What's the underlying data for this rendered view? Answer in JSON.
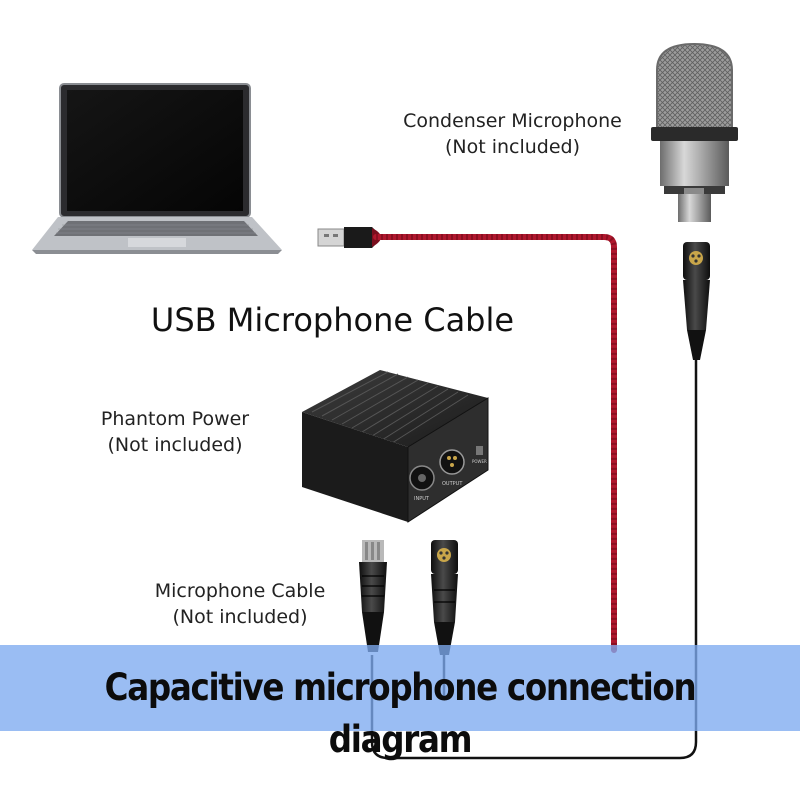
{
  "labels": {
    "condenser_mic": "Condenser Microphone",
    "condenser_mic_note": "(Not included)",
    "usb_cable": "USB Microphone Cable",
    "phantom_power": "Phantom Power",
    "phantom_power_note": "(Not included)",
    "mic_cable": "Microphone Cable",
    "mic_cable_note": "(Not included)"
  },
  "device_markings": {
    "phantom_input": "INPUT",
    "phantom_output": "OUTPUT",
    "phantom_power_in": "POWER"
  },
  "banner": {
    "title": "Capacitive microphone connection diagram"
  },
  "colors": {
    "usb_cable": "#b0172d",
    "mic_cable": "#111111",
    "banner": "#7daaf0",
    "laptop_body": "#b9bcc2",
    "device_body": "#2a2a2a"
  },
  "icons": [
    "laptop-icon",
    "condenser-microphone-icon",
    "phantom-power-box-icon",
    "xlr-connector-icon",
    "usb-plug-icon"
  ]
}
